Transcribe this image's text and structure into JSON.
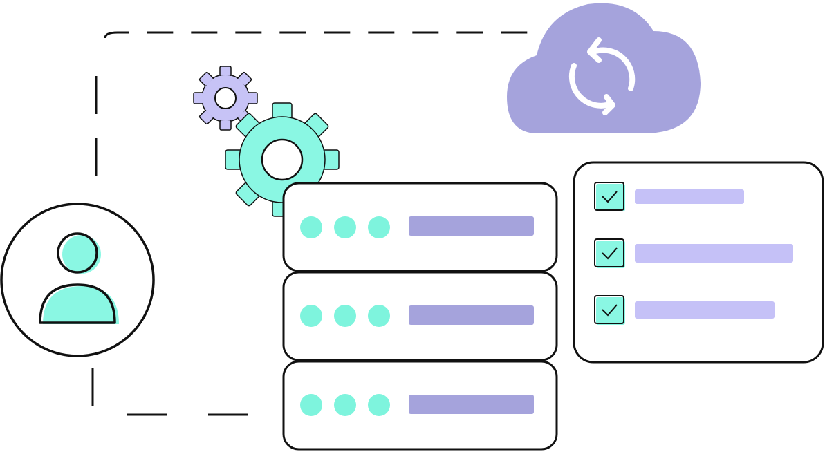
{
  "illustration": {
    "colors": {
      "outline": "#111111",
      "mint": "#8AF7E3",
      "mint_dot": "#7EF4DD",
      "lavender": "#A5A3DC",
      "lavender_light": "#C5C1F7",
      "gear_small": "#C7C3F6",
      "white": "#FFFFFF"
    },
    "user_card": {
      "icon": "user-avatar-icon"
    },
    "cloud": {
      "icon": "cloud-sync-icon",
      "inner_icon": "refresh-arrows-icon"
    },
    "gears": [
      {
        "name": "gear-small-icon",
        "color": "lavender_light"
      },
      {
        "name": "gear-large-icon",
        "color": "mint"
      }
    ],
    "servers": [
      {
        "name": "server-row-1",
        "dots": 3
      },
      {
        "name": "server-row-2",
        "dots": 3
      },
      {
        "name": "server-row-3",
        "dots": 3
      }
    ],
    "checklist": {
      "icon": "checkbox-check-icon",
      "items": [
        {
          "checked": true
        },
        {
          "checked": true
        },
        {
          "checked": true
        }
      ]
    }
  }
}
